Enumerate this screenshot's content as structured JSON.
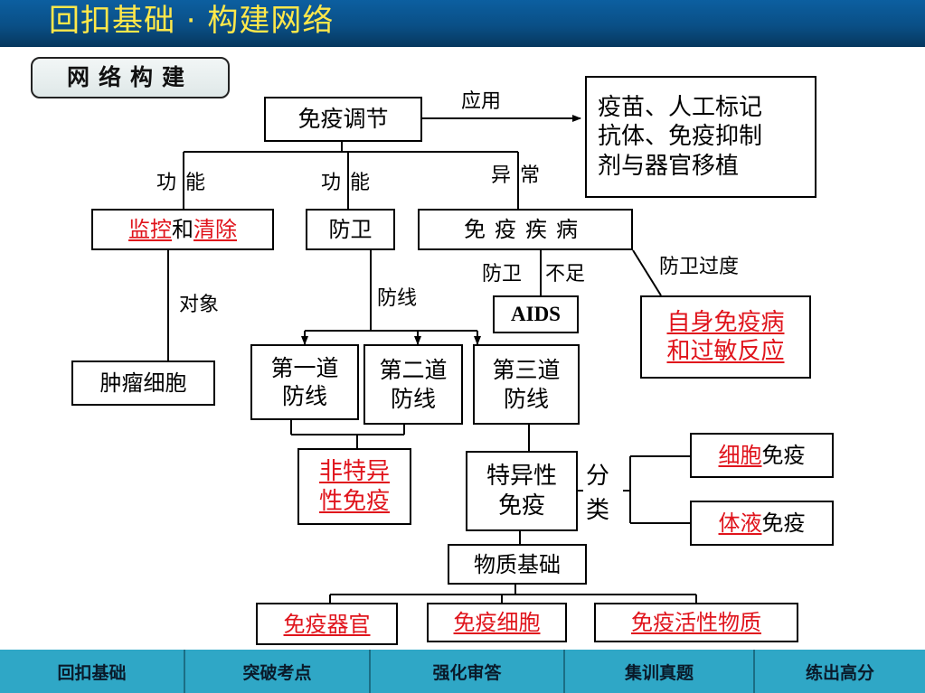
{
  "header": {
    "title": "回扣基础 · 构建网络"
  },
  "section_tag": "网络构建",
  "nodes": {
    "root": "免疫调节",
    "app_label": "应用",
    "apps_line1": "疫苗、人工标记",
    "apps_line2": "抗体、免疫抑制",
    "apps_line3": "剂与器官移植",
    "func1_label": "功能",
    "func2_label": "功能",
    "abnormal_label": "异常",
    "monitor_part1": "监控",
    "monitor_and": "和",
    "monitor_part2": "清除",
    "defense": "防卫",
    "disease": "免疫疾病",
    "target_label": "对象",
    "tumor": "肿瘤细胞",
    "defense_line_label": "防线",
    "deficit_label_a": "防卫",
    "deficit_label_b": "不足",
    "aids": "AIDS",
    "excess_label": "防卫过度",
    "autoimmune_line1": "自身免疫病",
    "autoimmune_line2": "和过敏反应",
    "line1_a": "第一道",
    "line1_b": "防线",
    "line2_a": "第二道",
    "line2_b": "防线",
    "line3_a": "第三道",
    "line3_b": "防线",
    "nonspecific_line1": "非特异",
    "nonspecific_line2": "性免疫",
    "specific_line1": "特异性",
    "specific_line2": "免疫",
    "classify_a": "分",
    "classify_b": "类",
    "cellular_part1": "细胞",
    "cellular_part2": "免疫",
    "humoral_part1": "体液",
    "humoral_part2": "免疫",
    "basis": "物质基础",
    "organ": "免疫器官",
    "cell": "免疫细胞",
    "active": "免疫活性物质"
  },
  "colors": {
    "answer_red": "#e0141c",
    "header_bg": "#0a4f86",
    "title_yellow": "#ffe84a",
    "nav_bg": "#2fa7c6"
  },
  "nav": [
    "回扣基础",
    "突破考点",
    "强化审答",
    "集训真题",
    "练出高分"
  ]
}
